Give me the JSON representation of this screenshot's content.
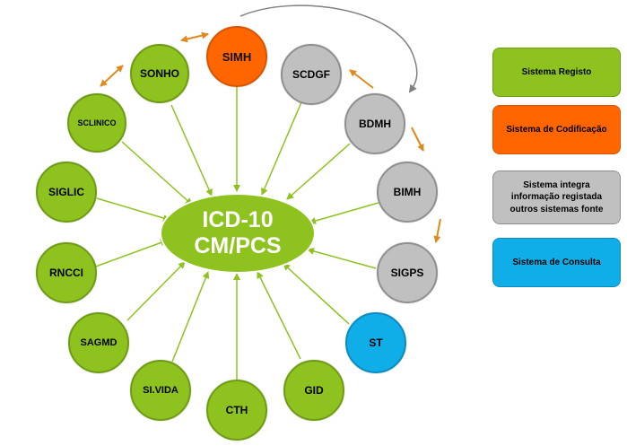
{
  "center": {
    "line1": "ICD-10",
    "line2": "CM/PCS"
  },
  "colors": {
    "green": "#8dc21f",
    "orange": "#ff6600",
    "grey": "#c0c0c0",
    "blue": "#10aee8",
    "arrow_green": "#8dc21f",
    "arrow_orange": "#e08a1e",
    "arrow_grey": "#808080"
  },
  "nodes": {
    "simh": "SIMH",
    "sonho": "SONHO",
    "sclinico": "SCLINICO",
    "siglic": "SIGLIC",
    "rncci": "RNCCI",
    "sagmd": "SAGMD",
    "sivida": "SI.VIDA",
    "cth": "CTH",
    "gid": "GID",
    "st": "ST",
    "sigps": "SIGPS",
    "bimh": "BIMH",
    "bdmh": "BDMH",
    "scdgf": "SCDGF"
  },
  "legend": {
    "registo": "Sistema Registo",
    "codificacao": "Sistema de Codificação",
    "integra_line1": "Sistema integra",
    "integra_line2": "informação registada",
    "integra_line3": "outros sistemas fonte",
    "consulta": "Sistema de Consulta"
  }
}
